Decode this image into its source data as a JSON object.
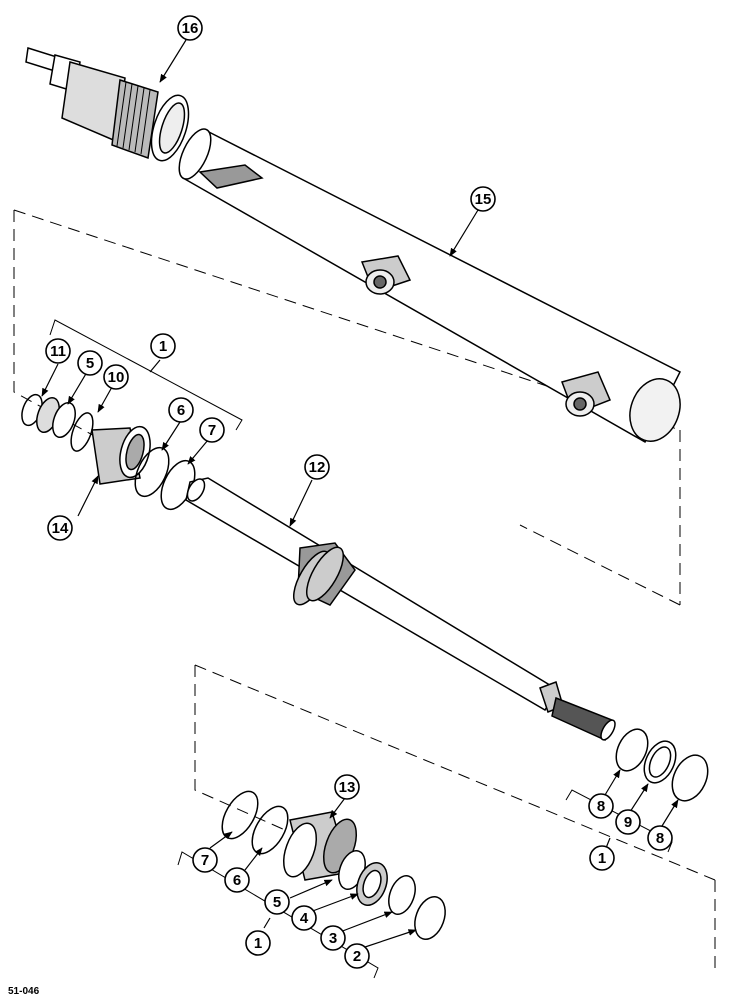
{
  "figure_number": "51-046",
  "callouts": [
    {
      "id": "c16",
      "label": "16"
    },
    {
      "id": "c15",
      "label": "15"
    },
    {
      "id": "c1a",
      "label": "1"
    },
    {
      "id": "c11",
      "label": "11"
    },
    {
      "id": "c5a",
      "label": "5"
    },
    {
      "id": "c10",
      "label": "10"
    },
    {
      "id": "c6a",
      "label": "6"
    },
    {
      "id": "c7a",
      "label": "7"
    },
    {
      "id": "c14",
      "label": "14"
    },
    {
      "id": "c12",
      "label": "12"
    },
    {
      "id": "c13",
      "label": "13"
    },
    {
      "id": "c7b",
      "label": "7"
    },
    {
      "id": "c6b",
      "label": "6"
    },
    {
      "id": "c5b",
      "label": "5"
    },
    {
      "id": "c4",
      "label": "4"
    },
    {
      "id": "c3",
      "label": "3"
    },
    {
      "id": "c2",
      "label": "2"
    },
    {
      "id": "c1b",
      "label": "1"
    },
    {
      "id": "c8a",
      "label": "8"
    },
    {
      "id": "c9",
      "label": "9"
    },
    {
      "id": "c8b",
      "label": "8"
    },
    {
      "id": "c1c",
      "label": "1"
    }
  ]
}
